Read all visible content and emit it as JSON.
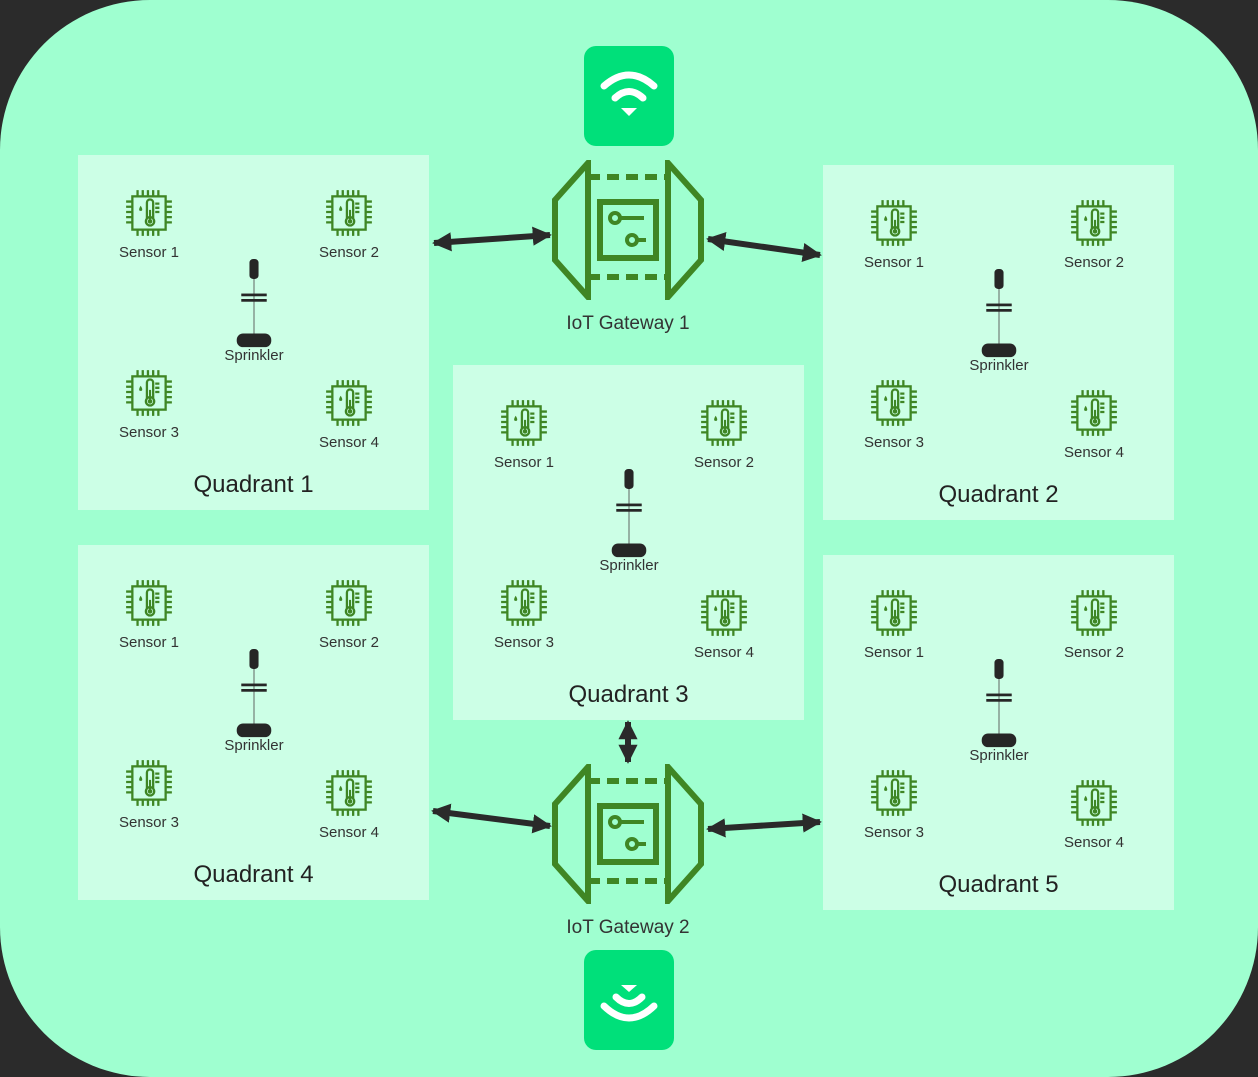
{
  "quadrants": [
    {
      "title": "Quadrant 1",
      "sensors": [
        "Sensor 1",
        "Sensor 2",
        "Sensor 3",
        "Sensor 4"
      ],
      "sprinkler": "Sprinkler"
    },
    {
      "title": "Quadrant 2",
      "sensors": [
        "Sensor 1",
        "Sensor 2",
        "Sensor 3",
        "Sensor 4"
      ],
      "sprinkler": "Sprinkler"
    },
    {
      "title": "Quadrant 3",
      "sensors": [
        "Sensor 1",
        "Sensor 2",
        "Sensor 3",
        "Sensor 4"
      ],
      "sprinkler": "Sprinkler"
    },
    {
      "title": "Quadrant 4",
      "sensors": [
        "Sensor 1",
        "Sensor 2",
        "Sensor 3",
        "Sensor 4"
      ],
      "sprinkler": "Sprinkler"
    },
    {
      "title": "Quadrant 5",
      "sensors": [
        "Sensor 1",
        "Sensor 2",
        "Sensor 3",
        "Sensor 4"
      ],
      "sprinkler": "Sprinkler"
    }
  ],
  "gateways": [
    {
      "label": "IoT Gateway 1",
      "icon": "iot-gateway-icon"
    },
    {
      "label": "IoT Gateway 2",
      "icon": "iot-gateway-icon"
    }
  ],
  "icons": {
    "top": "wifi-icon",
    "bottom": "wireless-signal-icon",
    "sensor": "temperature-sensor-chip-icon",
    "sprinkler": "sprinkler-icon"
  },
  "colors": {
    "background": "#9fffd0",
    "quadrant": "#ccffe6",
    "icon_green": "#3f8624",
    "wifi_badge": "#00e07a",
    "arrow": "#2a2a2a"
  }
}
